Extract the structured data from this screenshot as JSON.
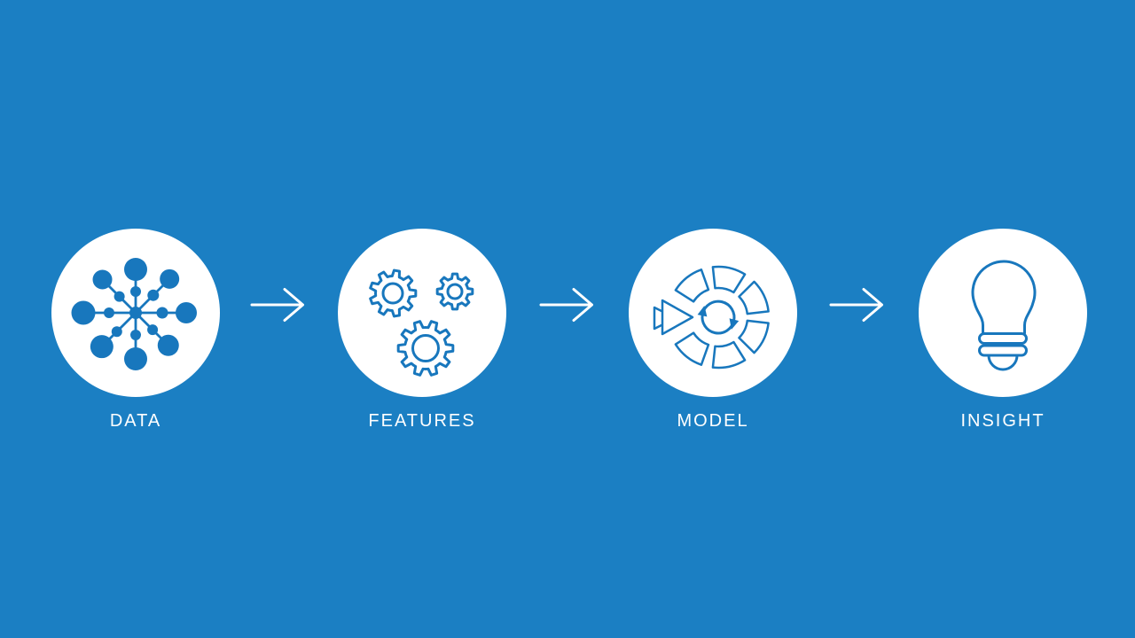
{
  "colors": {
    "background": "#1b7fc3",
    "icon_blue": "#1877bd",
    "text": "#ffffff",
    "circle_fill": "#ffffff"
  },
  "steps": [
    {
      "label": "DATA",
      "icon": "data-network-icon"
    },
    {
      "label": "FEATURES",
      "icon": "gears-icon"
    },
    {
      "label": "MODEL",
      "icon": "model-cycle-icon"
    },
    {
      "label": "INSIGHT",
      "icon": "lightbulb-icon"
    }
  ],
  "connectors": [
    {
      "icon": "right-arrow-icon"
    },
    {
      "icon": "right-arrow-icon"
    },
    {
      "icon": "right-arrow-icon"
    }
  ]
}
